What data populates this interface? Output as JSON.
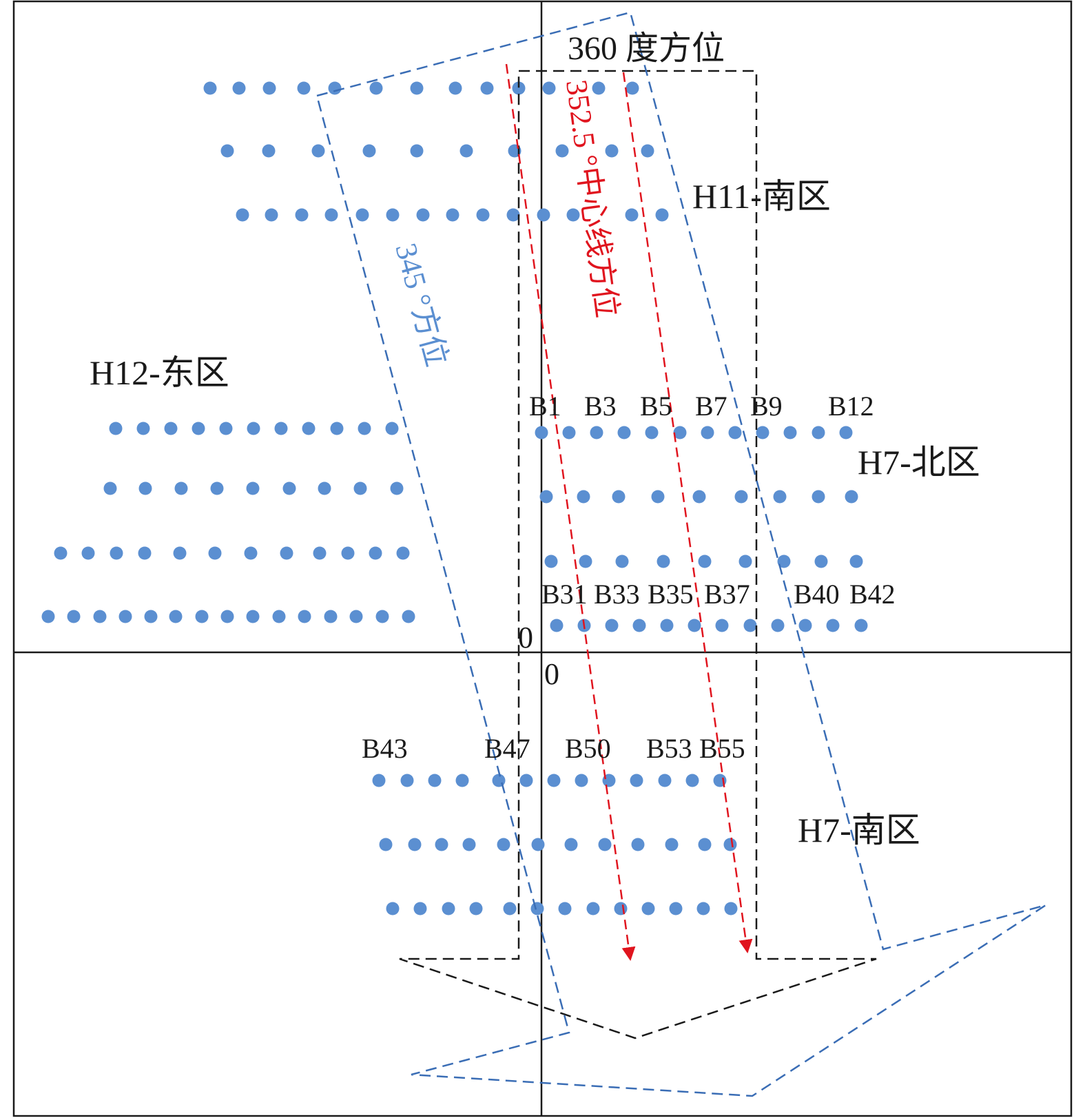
{
  "colors": {
    "dot": "#5b8fd1",
    "blue_dash": "#3a6db5",
    "blue_text": "#5b8fd1",
    "red": "#e0141e",
    "black": "#1a1a1a"
  },
  "labels": {
    "azimuth_360": "360 度方位",
    "azimuth_345": "345 °方位",
    "centerline_3525": "352.5 °中心线方位",
    "zone_h11_south": "H11-南区",
    "zone_h12_east": "H12-东区",
    "zone_h7_north": "H7-北区",
    "zone_h7_south": "H7-南区",
    "origin_a": "0",
    "origin_b": "0"
  },
  "hole_labels": [
    "B1",
    "B3",
    "B5",
    "B7",
    "B9",
    "B12",
    "B31",
    "B33",
    "B35",
    "B37",
    "B40",
    "B42",
    "B43",
    "B47",
    "B50",
    "B53",
    "B55"
  ]
}
